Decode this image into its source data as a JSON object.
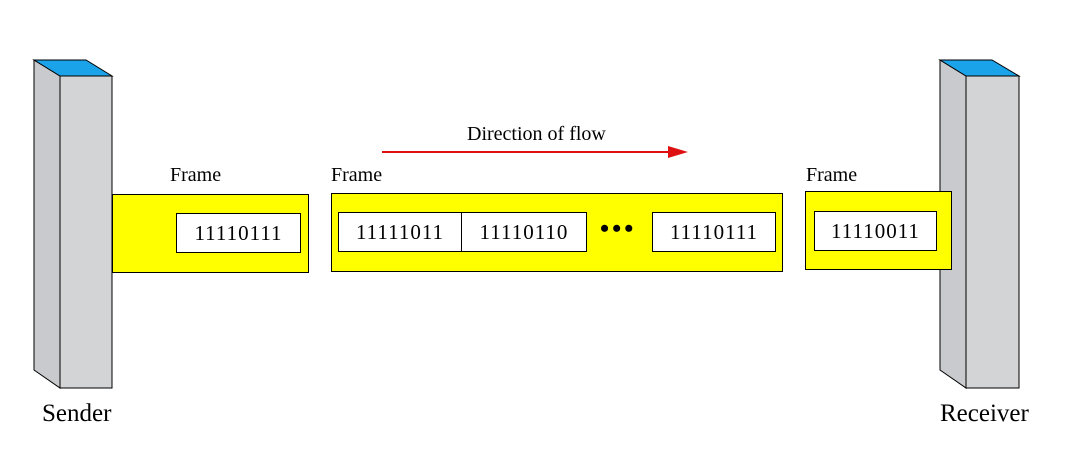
{
  "sender": {
    "label": "Sender"
  },
  "receiver": {
    "label": "Receiver"
  },
  "flow": {
    "label": "Direction of flow",
    "arrow_color": "#dd1111"
  },
  "colors": {
    "frame_fill": "#ffff00",
    "device_face": "#d3d4d6",
    "device_top": "#1aa3e8"
  },
  "sender_frame": {
    "label": "Frame",
    "bits": [
      "11110111"
    ]
  },
  "in_transit": {
    "label": "Frame",
    "bits": [
      "11111011",
      "11110110",
      "11110111"
    ],
    "ellipsis": "•••"
  },
  "receiver_frame": {
    "label": "Frame",
    "bits": [
      "11110011"
    ]
  }
}
